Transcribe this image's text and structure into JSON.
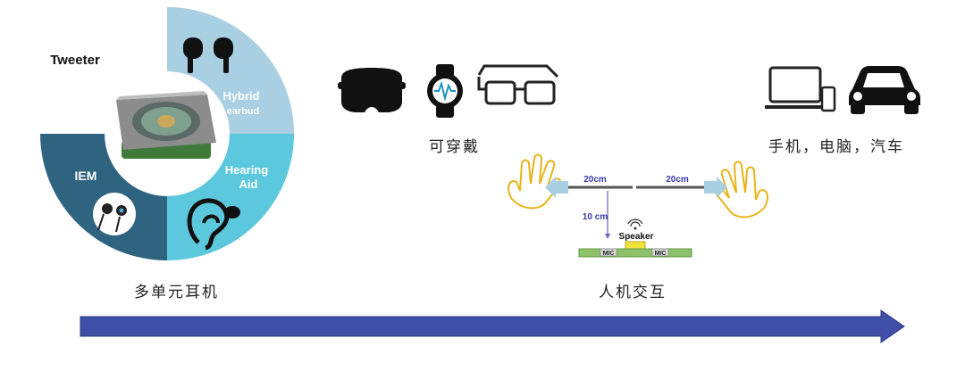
{
  "segments": {
    "tweeter": "Tweeter",
    "hybrid_line1": "Hybrid",
    "hybrid_line2": "earbud",
    "hearing_line1": "Hearing",
    "hearing_line2": "Aid",
    "iem": "IEM",
    "caption": "多单元耳机"
  },
  "wearables": {
    "caption": "可穿戴"
  },
  "devices": {
    "caption": "手机，电脑，汽车"
  },
  "interaction": {
    "dist_left": "20cm",
    "dist_right": "20cm",
    "height": "10 cm",
    "speaker": "Speaker",
    "mic_left": "MIC",
    "mic_right": "MIC",
    "caption": "人机交互"
  },
  "colors": {
    "light_blue": "#a9cfe2",
    "cyan": "#5cc8dd",
    "dark_teal": "#2f6480",
    "arrow": "#3f4ea6"
  }
}
